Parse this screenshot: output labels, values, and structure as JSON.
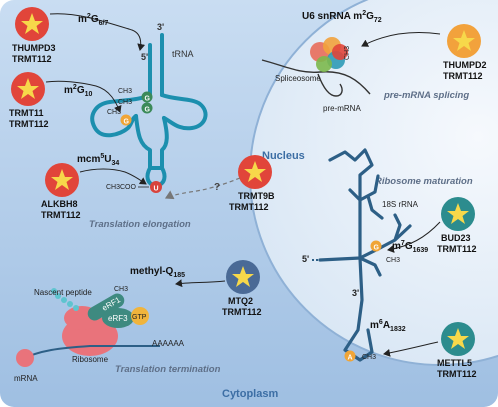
{
  "compartments": {
    "nucleus": "Nucleus",
    "cytoplasm": "Cytoplasm"
  },
  "processes": {
    "translation_elongation": "Translation elongation",
    "translation_termination": "Translation termination",
    "premrna_splicing": "pre-mRNA splicing",
    "ribosome_maturation": "Ribosome maturation"
  },
  "enzymes": [
    {
      "name": "THUMPD3",
      "partner": "TRMT112"
    },
    {
      "name": "TRMT11",
      "partner": "TRMT112"
    },
    {
      "name": "ALKBH8",
      "partner": "TRMT112"
    },
    {
      "name": "TRMT9B",
      "partner": "TRMT112"
    },
    {
      "name": "MTQ2",
      "partner": "TRMT112"
    },
    {
      "name": "THUMPD2",
      "partner": "TRMT112"
    },
    {
      "name": "BUD23",
      "partner": "TRMT112"
    },
    {
      "name": "METTL5",
      "partner": "TRMT112"
    }
  ],
  "modifications": {
    "m2g67": {
      "base": "m",
      "sup": "2",
      "mid": "G",
      "sub": "6/7"
    },
    "m2g10": {
      "base": "m",
      "sup": "2",
      "mid": "G",
      "sub": "10"
    },
    "mcm5u34": {
      "base": "mcm",
      "sup": "5",
      "mid": "U",
      "sub": "34"
    },
    "methylq185": {
      "base": "methyl-Q",
      "sub": "185"
    },
    "u6": {
      "base": "U6 snRNA m",
      "sup": "2",
      "mid": "G",
      "sub": "72"
    },
    "m7g1639": {
      "base": "m",
      "sup": "7",
      "mid": "G",
      "sub": "1639"
    },
    "m6a1832": {
      "base": "m",
      "sup": "6",
      "mid": "A",
      "sub": "1832"
    }
  },
  "labels": {
    "trna": "tRNA",
    "five_prime": "5'",
    "three_prime": "3'",
    "ch3": "CH3",
    "ch3coo": "CH3COO",
    "question": "?",
    "spliceosome": "Spliceosome",
    "premrna": "pre-mRNA",
    "rrna_18s": "18S rRNA",
    "nascent_peptide": "Nascent peptide",
    "mrna": "mRNA",
    "ribosome": "Ribosome",
    "aaaaaa": "AAAAAA",
    "erf1": "eRF1",
    "erf3": "eRF3",
    "gtp": "GTP",
    "nt_g": "G",
    "nt_u": "U",
    "nt_a": "A"
  },
  "colors": {
    "background": "#b7d0ec",
    "nucleus": "#e9f1fa",
    "rna_strand": "#1c8fae",
    "rrna_strand": "#2d5f86",
    "star_red": "#e1453a",
    "star_blue": "#4a6a96",
    "star_orange": "#f2a23c",
    "star_teal": "#2c8c8e",
    "star_fill": "#f7d84a",
    "ribosome": "#e9737b",
    "erf": "#3e8a80",
    "gtp": "#f0b43c",
    "nt_orange": "#f0a537",
    "nt_green": "#3b8a59",
    "nt_red": "#d8433c",
    "process_text": "#5e6f88",
    "compartment_text": "#3c6ea4"
  }
}
